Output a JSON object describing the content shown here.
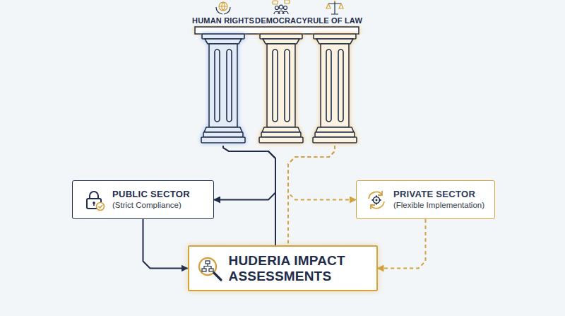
{
  "diagram": {
    "nodes": [
      {
        "text": [
          "HUMAN RIGHTS"
        ]
      },
      {
        "text": [
          "DEMOCRACY"
        ]
      },
      {
        "text": [
          "RULE OF LAW"
        ]
      },
      {
        "text": [
          "PUBLIC SECTOR",
          "(Strict Compliance)"
        ]
      },
      {
        "text": [
          "PRIVATE SECTOR",
          "(Flexible Implementation)"
        ]
      },
      {
        "text": [
          "HUDERIA IMPACT ASSESSMENTS"
        ]
      }
    ],
    "edges": [
      {
        "from": 0,
        "to": 3,
        "arrow": "to"
      },
      {
        "from": 0,
        "to": 5,
        "arrow": "none"
      },
      {
        "from": 2,
        "to": 4,
        "arrow": "to"
      },
      {
        "from": 2,
        "to": 5,
        "arrow": "none"
      },
      {
        "from": 3,
        "to": 5,
        "arrow": "to"
      },
      {
        "from": 4,
        "to": 5,
        "arrow": "to"
      }
    ]
  }
}
